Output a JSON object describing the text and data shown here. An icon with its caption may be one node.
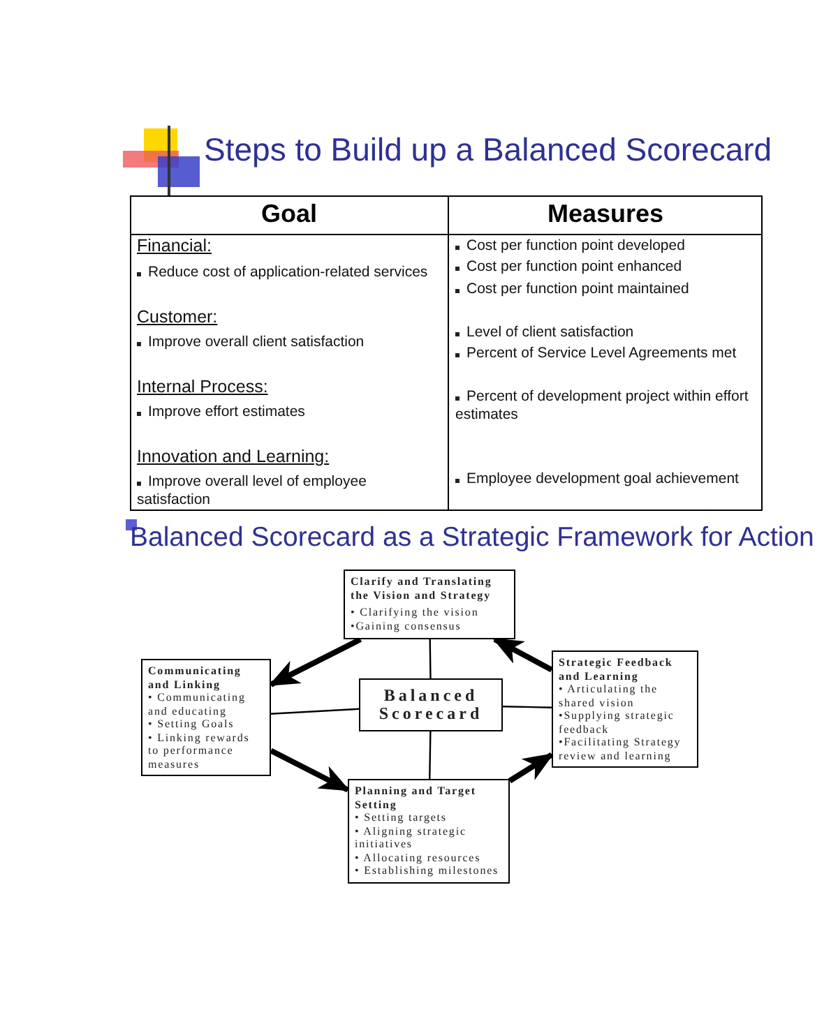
{
  "diagram": {
    "title": "Steps to Build up a Balanced Scorecard",
    "nodes": [
      {
        "text": [
          "Clarify and Translating the Vision and Strategy",
          "• Clarifying the vision",
          "•Gaining consensus"
        ]
      },
      {
        "text": [
          "Communicating and Linking",
          "• Communicating and educating",
          "• Setting Goals",
          "• Linking rewards to performance measures"
        ]
      },
      {
        "text": [
          "Balanced Scorecard"
        ]
      },
      {
        "text": [
          "Strategic Feedback and Learning",
          "• Articulating the shared vision",
          "•Supplying strategic feedback",
          "•Facilitating Strategy review and learning"
        ]
      },
      {
        "text": [
          "Planning and Target Setting",
          "• Setting targets",
          "• Aligning strategic initiatives",
          "• Allocating resources",
          "• Establishing milestones"
        ]
      }
    ],
    "edges": [
      {
        "from": 2,
        "to": 0,
        "arrow": "none"
      },
      {
        "from": 2,
        "to": 1,
        "arrow": "none"
      },
      {
        "from": 2,
        "to": 3,
        "arrow": "none"
      },
      {
        "from": 2,
        "to": 4,
        "arrow": "none"
      },
      {
        "from": 0,
        "to": 1,
        "arrow": "to",
        "style": "thick"
      },
      {
        "from": 1,
        "to": 4,
        "arrow": "to",
        "style": "thick"
      },
      {
        "from": 4,
        "to": 3,
        "arrow": "to",
        "style": "thick"
      },
      {
        "from": 3,
        "to": 0,
        "arrow": "to",
        "style": "thick"
      }
    ],
    "labels": [
      "Goal",
      "Measures",
      "Financial:",
      "Reduce cost of application-related services",
      "Cost per function point developed",
      "Cost per function point enhanced",
      "Cost per function point maintained",
      "Customer:",
      "Improve overall client satisfaction",
      "Level of client satisfaction",
      "Percent of Service Level Agreements met",
      "Internal Process:",
      "Improve effort estimates",
      "Percent of development project within effort estimates",
      "Innovation and Learning:",
      "Improve overall level of employee satisfaction",
      "Employee development goal achievement",
      "Balanced Scorecard as a Strategic Framework for Action"
    ]
  }
}
